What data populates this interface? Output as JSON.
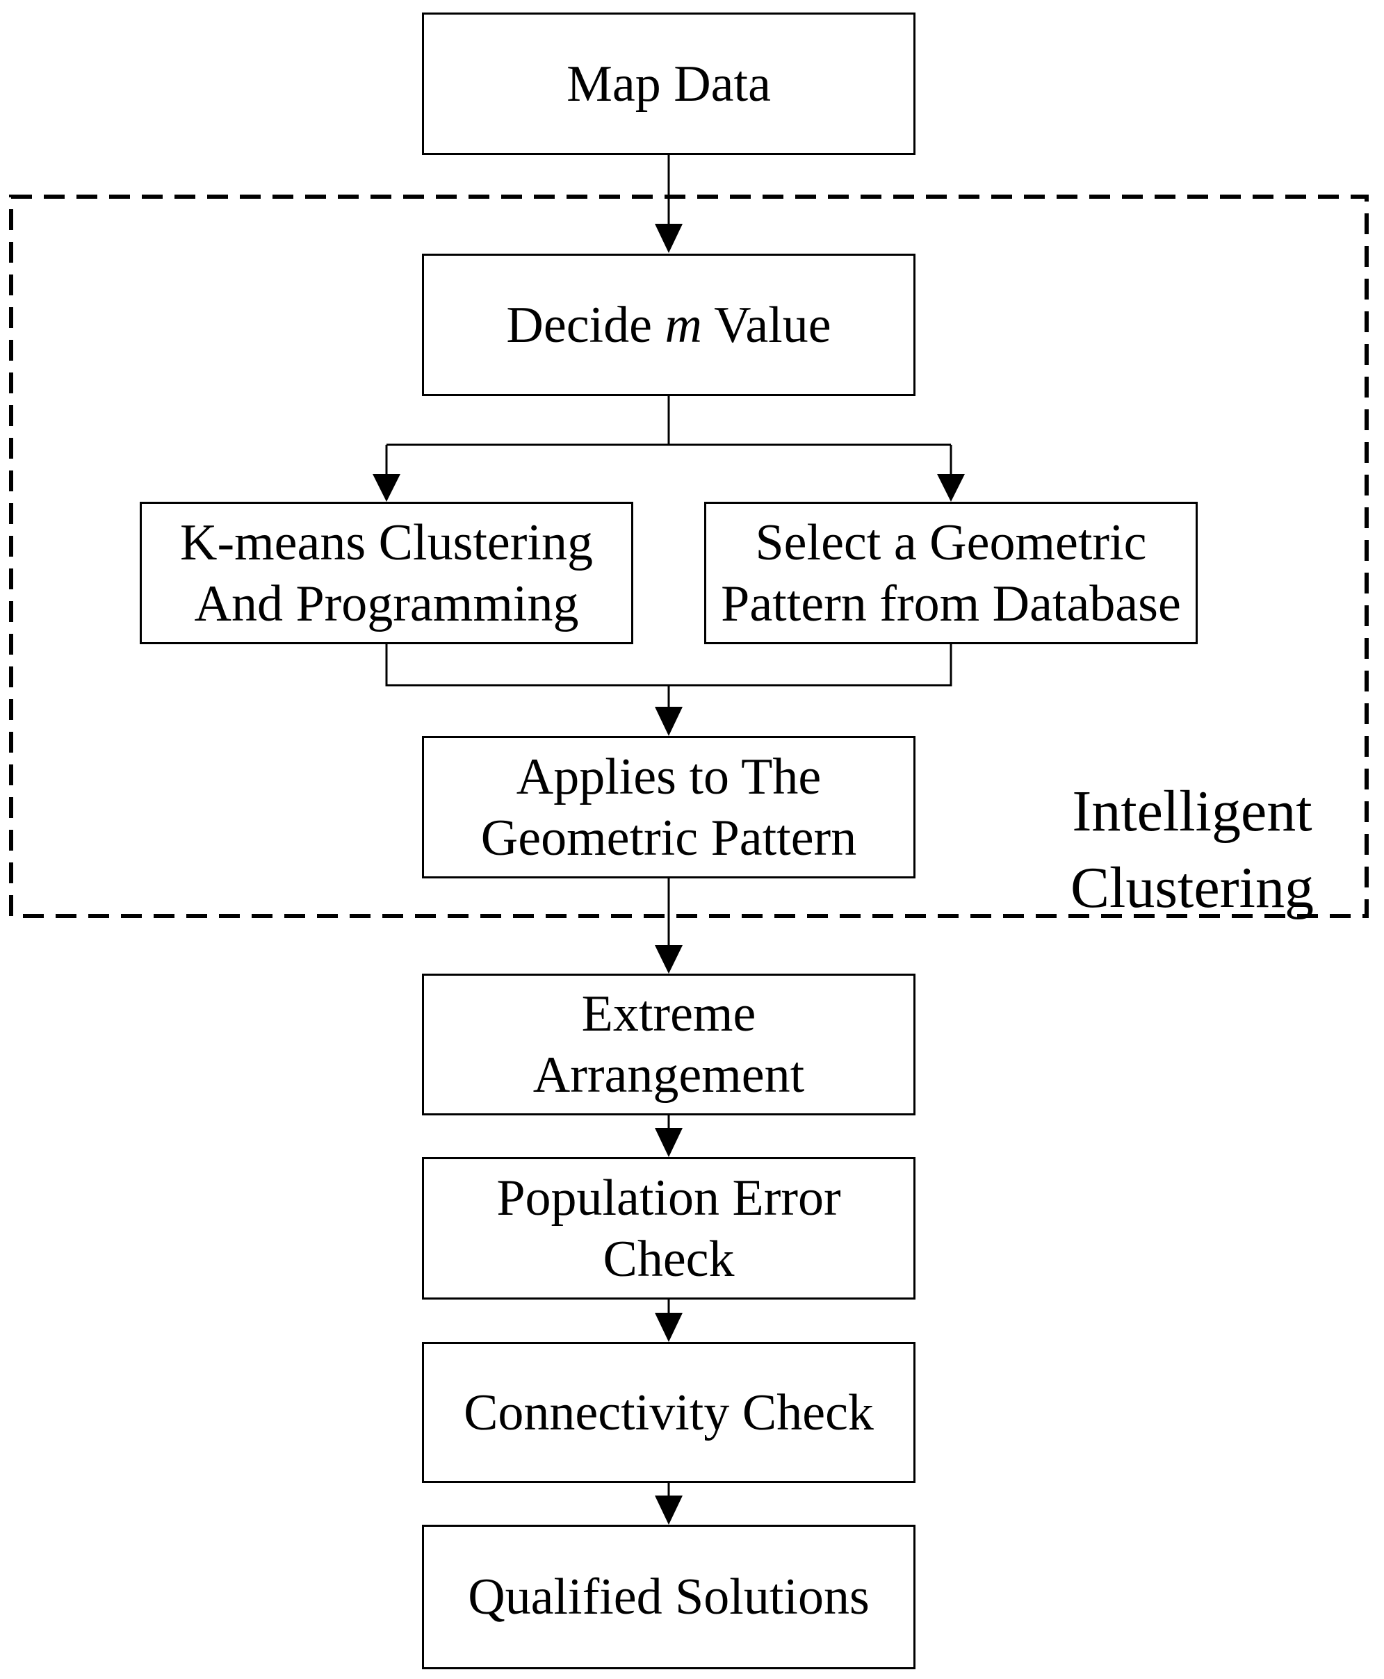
{
  "colors": {
    "ink": "#000000",
    "background": "#ffffff"
  },
  "flowchart": {
    "nodes": {
      "map_data": {
        "line1": "Map Data"
      },
      "decide_m": {
        "prefix": "Decide ",
        "variable": "m",
        "suffix": " Value"
      },
      "kmeans": {
        "line1": "K-means Clustering",
        "line2": "And Programming"
      },
      "select": {
        "line1": "Select a Geometric",
        "line2": "Pattern from Database"
      },
      "applies": {
        "line1": "Applies to The",
        "line2": "Geometric Pattern"
      },
      "extreme": {
        "line1": "Extreme",
        "line2": "Arrangement"
      },
      "population": {
        "line1": "Population Error",
        "line2": "Check"
      },
      "connectivity": {
        "line1": "Connectivity Check"
      },
      "qualified": {
        "line1": "Qualified Solutions"
      }
    },
    "region_label": {
      "line1": "Intelligent",
      "line2": "Clustering"
    }
  }
}
